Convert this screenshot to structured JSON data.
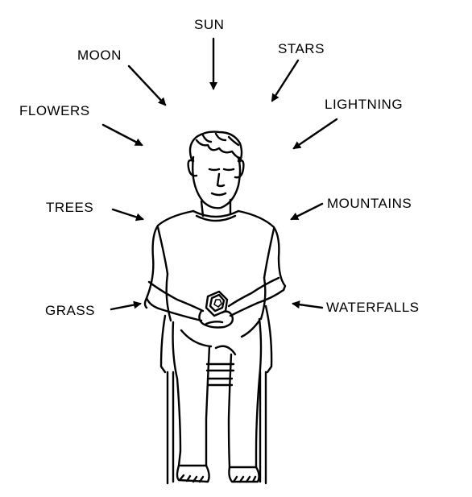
{
  "labels": {
    "sun": "SUN",
    "moon": "MOON",
    "stars": "STARS",
    "flowers": "FLOWERS",
    "lightning": "LIGHTNING",
    "trees": "TREES",
    "mountains": "MOUNTAINS",
    "grass": "GRASS",
    "waterfalls": "WATERFALLS"
  }
}
